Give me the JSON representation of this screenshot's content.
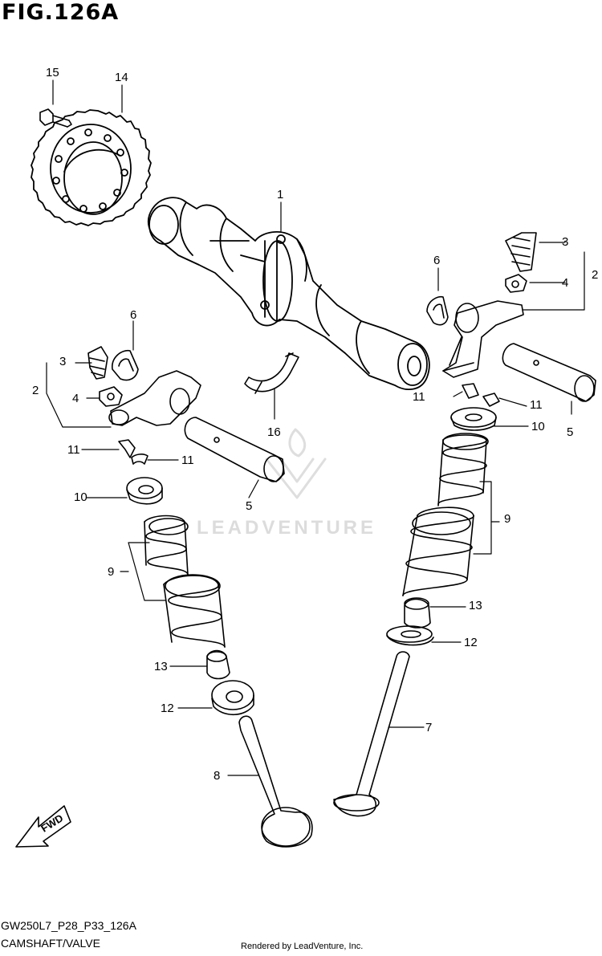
{
  "figure": {
    "title": "FIG.126A",
    "code": "GW250L7_P28_P33_126A",
    "name": "CAMSHAFT/VALVE",
    "rendered_by": "Rendered by LeadVenture, Inc.",
    "watermark": "LEADVENTURE",
    "direction_label": "FWD"
  },
  "callouts": {
    "c1": "1",
    "c2a": "2",
    "c2b": "2",
    "c3a": "3",
    "c3b": "3",
    "c4a": "4",
    "c4b": "4",
    "c5a": "5",
    "c5b": "5",
    "c6a": "6",
    "c6b": "6",
    "c7": "7",
    "c8": "8",
    "c9a": "9",
    "c9b": "9",
    "c10a": "10",
    "c10b": "10",
    "c11a": "11",
    "c11b": "11",
    "c11c": "11",
    "c11d": "11",
    "c12a": "12",
    "c12b": "12",
    "c13a": "13",
    "c13b": "13",
    "c14": "14",
    "c15": "15",
    "c16": "16"
  }
}
